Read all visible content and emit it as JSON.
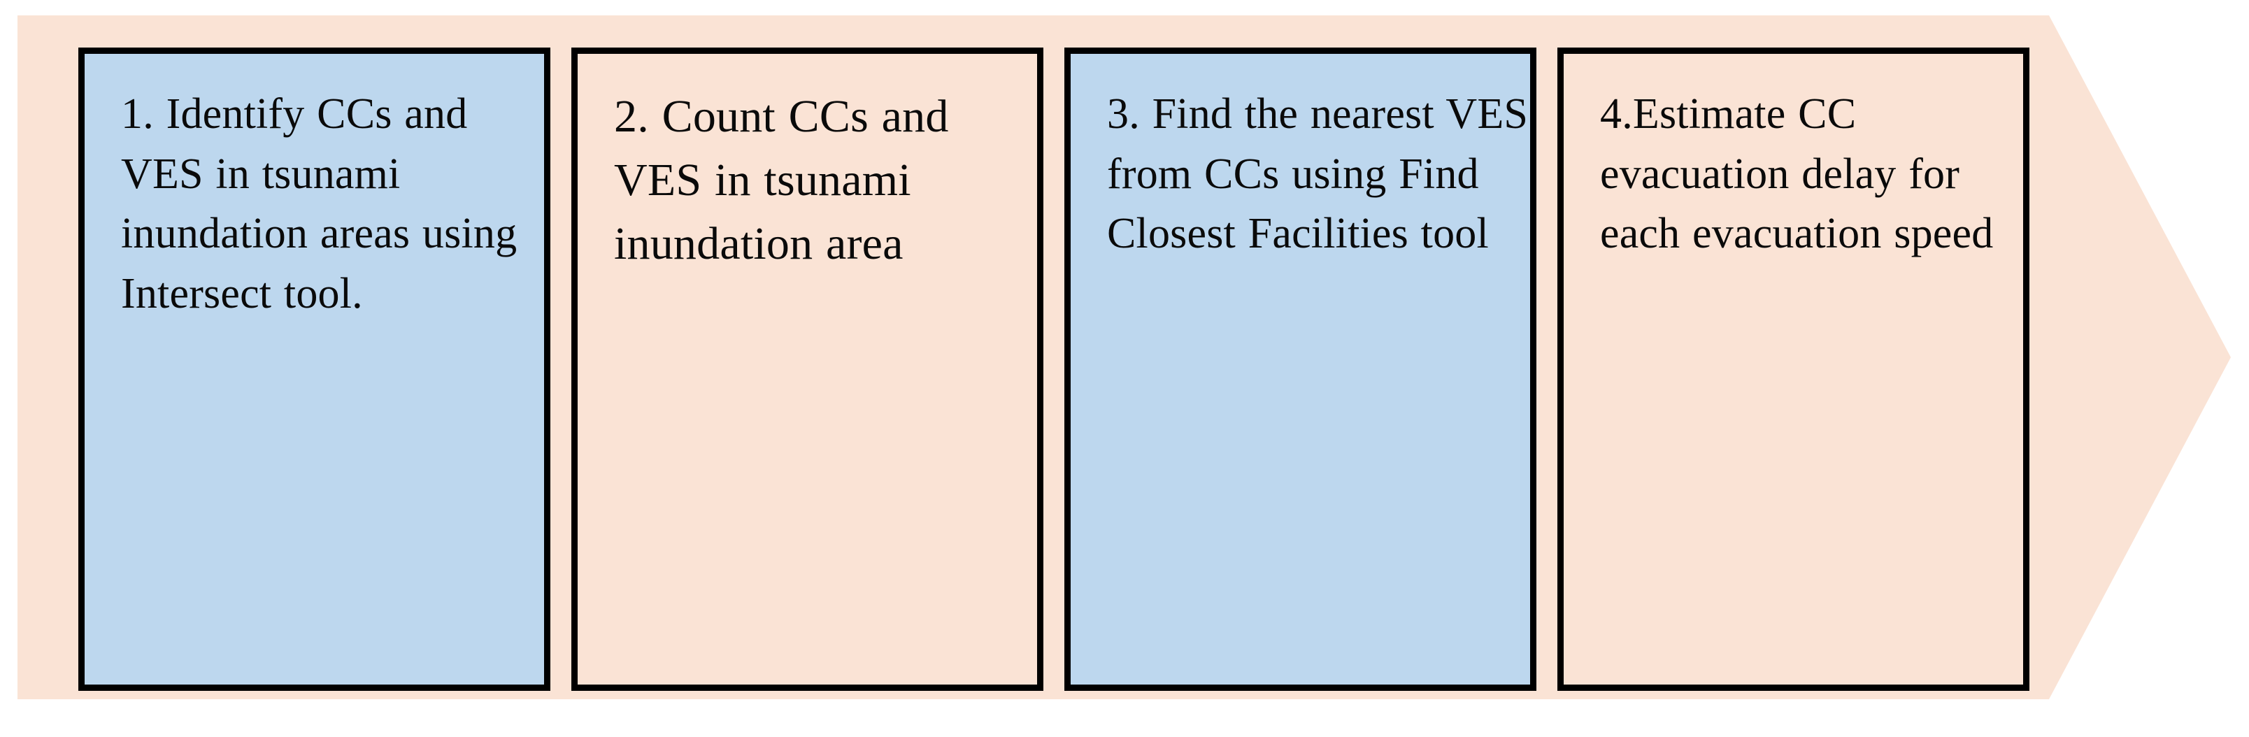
{
  "diagram": {
    "type": "process-flow-chevron",
    "orientation": "left-to-right",
    "step_count": 4,
    "colors": {
      "banner_fill": "#FAE3D5",
      "blue_step_fill": "#BDD7EE",
      "peach_step_fill": "#FAE3D5",
      "border": "#000000",
      "text": "#0A0A0A",
      "page_background": "#FFFFFF"
    },
    "steps": [
      {
        "number": "1.",
        "fill": "blue",
        "text": "1. Identify CCs and VES in tsunami inundation areas using Intersect tool.",
        "lines": [
          "1. Identify CCs",
          "and VES in",
          "tsunami",
          "inundation",
          "areas using",
          "Intersect tool."
        ]
      },
      {
        "number": "2.",
        "fill": "peach",
        "text": "2. Count CCs and VES in tsunami inundation area",
        "lines": [
          "2. Count CCs",
          "and VES in",
          "tsunami",
          "inundation",
          "area"
        ]
      },
      {
        "number": "3.",
        "fill": "blue",
        "text": "3. Find the nearest VES from CCs using Find Closest Facilities tool",
        "lines": [
          "3. Find the",
          "nearest VES",
          "from CCs using",
          "Find Closest",
          "Facilities tool"
        ]
      },
      {
        "number": "4.",
        "fill": "peach",
        "text": "4.Estimate CC evacuation delay for each evacuation speed",
        "lines": [
          "4.Estimate CC",
          "evacuation",
          "delay for each",
          "evacuation",
          "speed"
        ]
      }
    ]
  }
}
